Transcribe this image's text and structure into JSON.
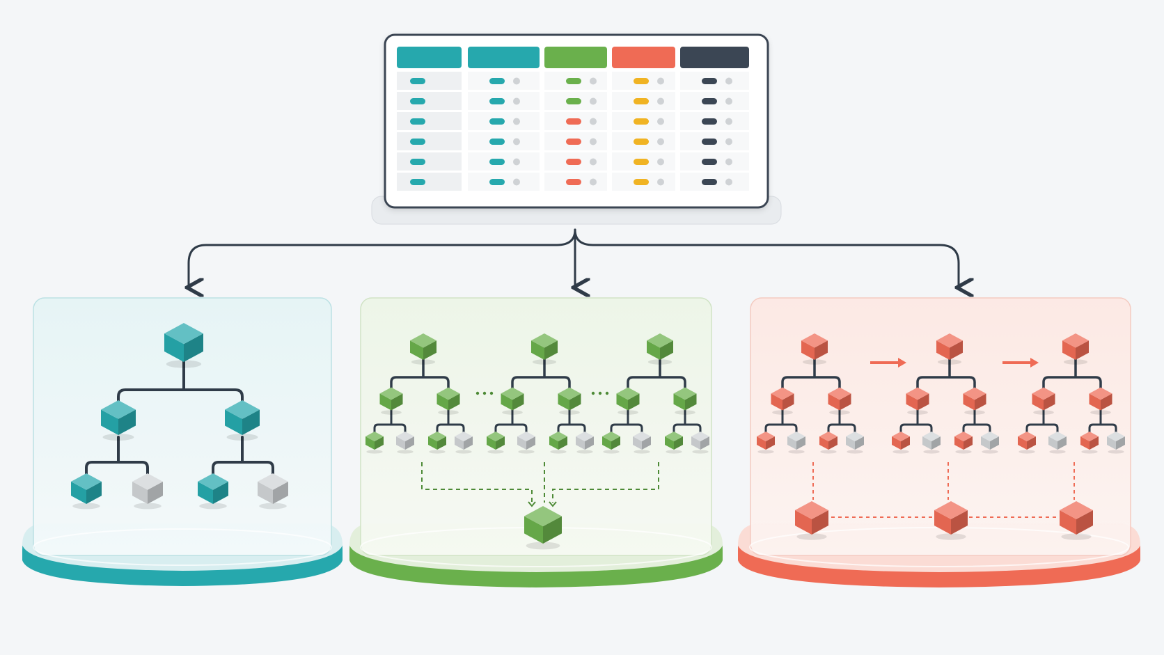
{
  "colors": {
    "background": "#f4f6f8",
    "connector": "#2f3b48",
    "teal": "#26a8ad",
    "green": "#6ab04c",
    "coral": "#ef6b55",
    "yellow": "#f0b323",
    "dark": "#3b4654",
    "gray": "#cfd2d5"
  },
  "table": {
    "header_colors": [
      "teal",
      "teal",
      "green",
      "coral",
      "dark"
    ],
    "rows": [
      [
        "teal",
        "teal",
        "green",
        "yellow",
        "dark"
      ],
      [
        "teal",
        "teal",
        "green",
        "yellow",
        "dark"
      ],
      [
        "teal",
        "teal",
        "coral",
        "yellow",
        "dark"
      ],
      [
        "teal",
        "teal",
        "coral",
        "yellow",
        "dark"
      ],
      [
        "teal",
        "teal",
        "coral",
        "yellow",
        "dark"
      ],
      [
        "teal",
        "teal",
        "coral",
        "yellow",
        "dark"
      ]
    ]
  },
  "panels": [
    {
      "id": "single-tree",
      "color": "teal",
      "icon": "single-decision-tree",
      "trees": 1
    },
    {
      "id": "bagging",
      "color": "green",
      "icon": "parallel-trees-aggregated",
      "trees": 3,
      "merge": "average"
    },
    {
      "id": "boosting",
      "color": "coral",
      "icon": "sequential-trees",
      "trees": 3,
      "sequence": "arrows"
    }
  ]
}
